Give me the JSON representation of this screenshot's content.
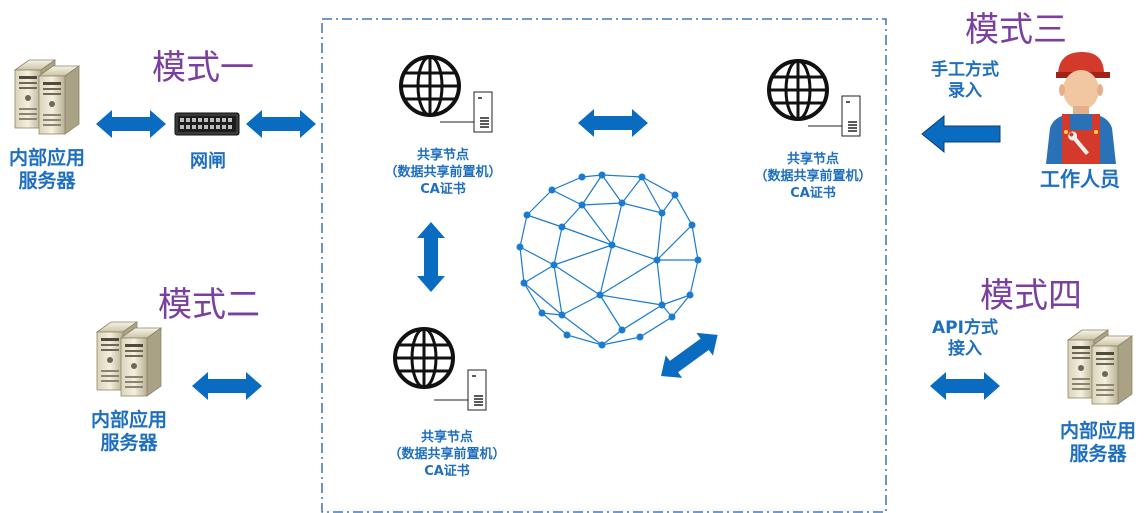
{
  "modes": {
    "mode1": "模式一",
    "mode2": "模式二",
    "mode3": "模式三",
    "mode4": "模式四"
  },
  "servers": {
    "line1": "内部应用",
    "line2": "服务器"
  },
  "gateway_label": "网闸",
  "node": {
    "line1": "共享节点",
    "line2": "（数据共享前置机）",
    "line3": "CA证书"
  },
  "manual": {
    "line1": "手工方式",
    "line2": "录入"
  },
  "worker_label": "工作人员",
  "api": {
    "line1": "API方式",
    "line2": "接入"
  },
  "colors": {
    "arrow": "#0a6cc0",
    "mode_text": "#7b3fa0",
    "label_text": "#1f6fbf",
    "network": "#1a7bd1",
    "border": "#1a5fa8"
  }
}
